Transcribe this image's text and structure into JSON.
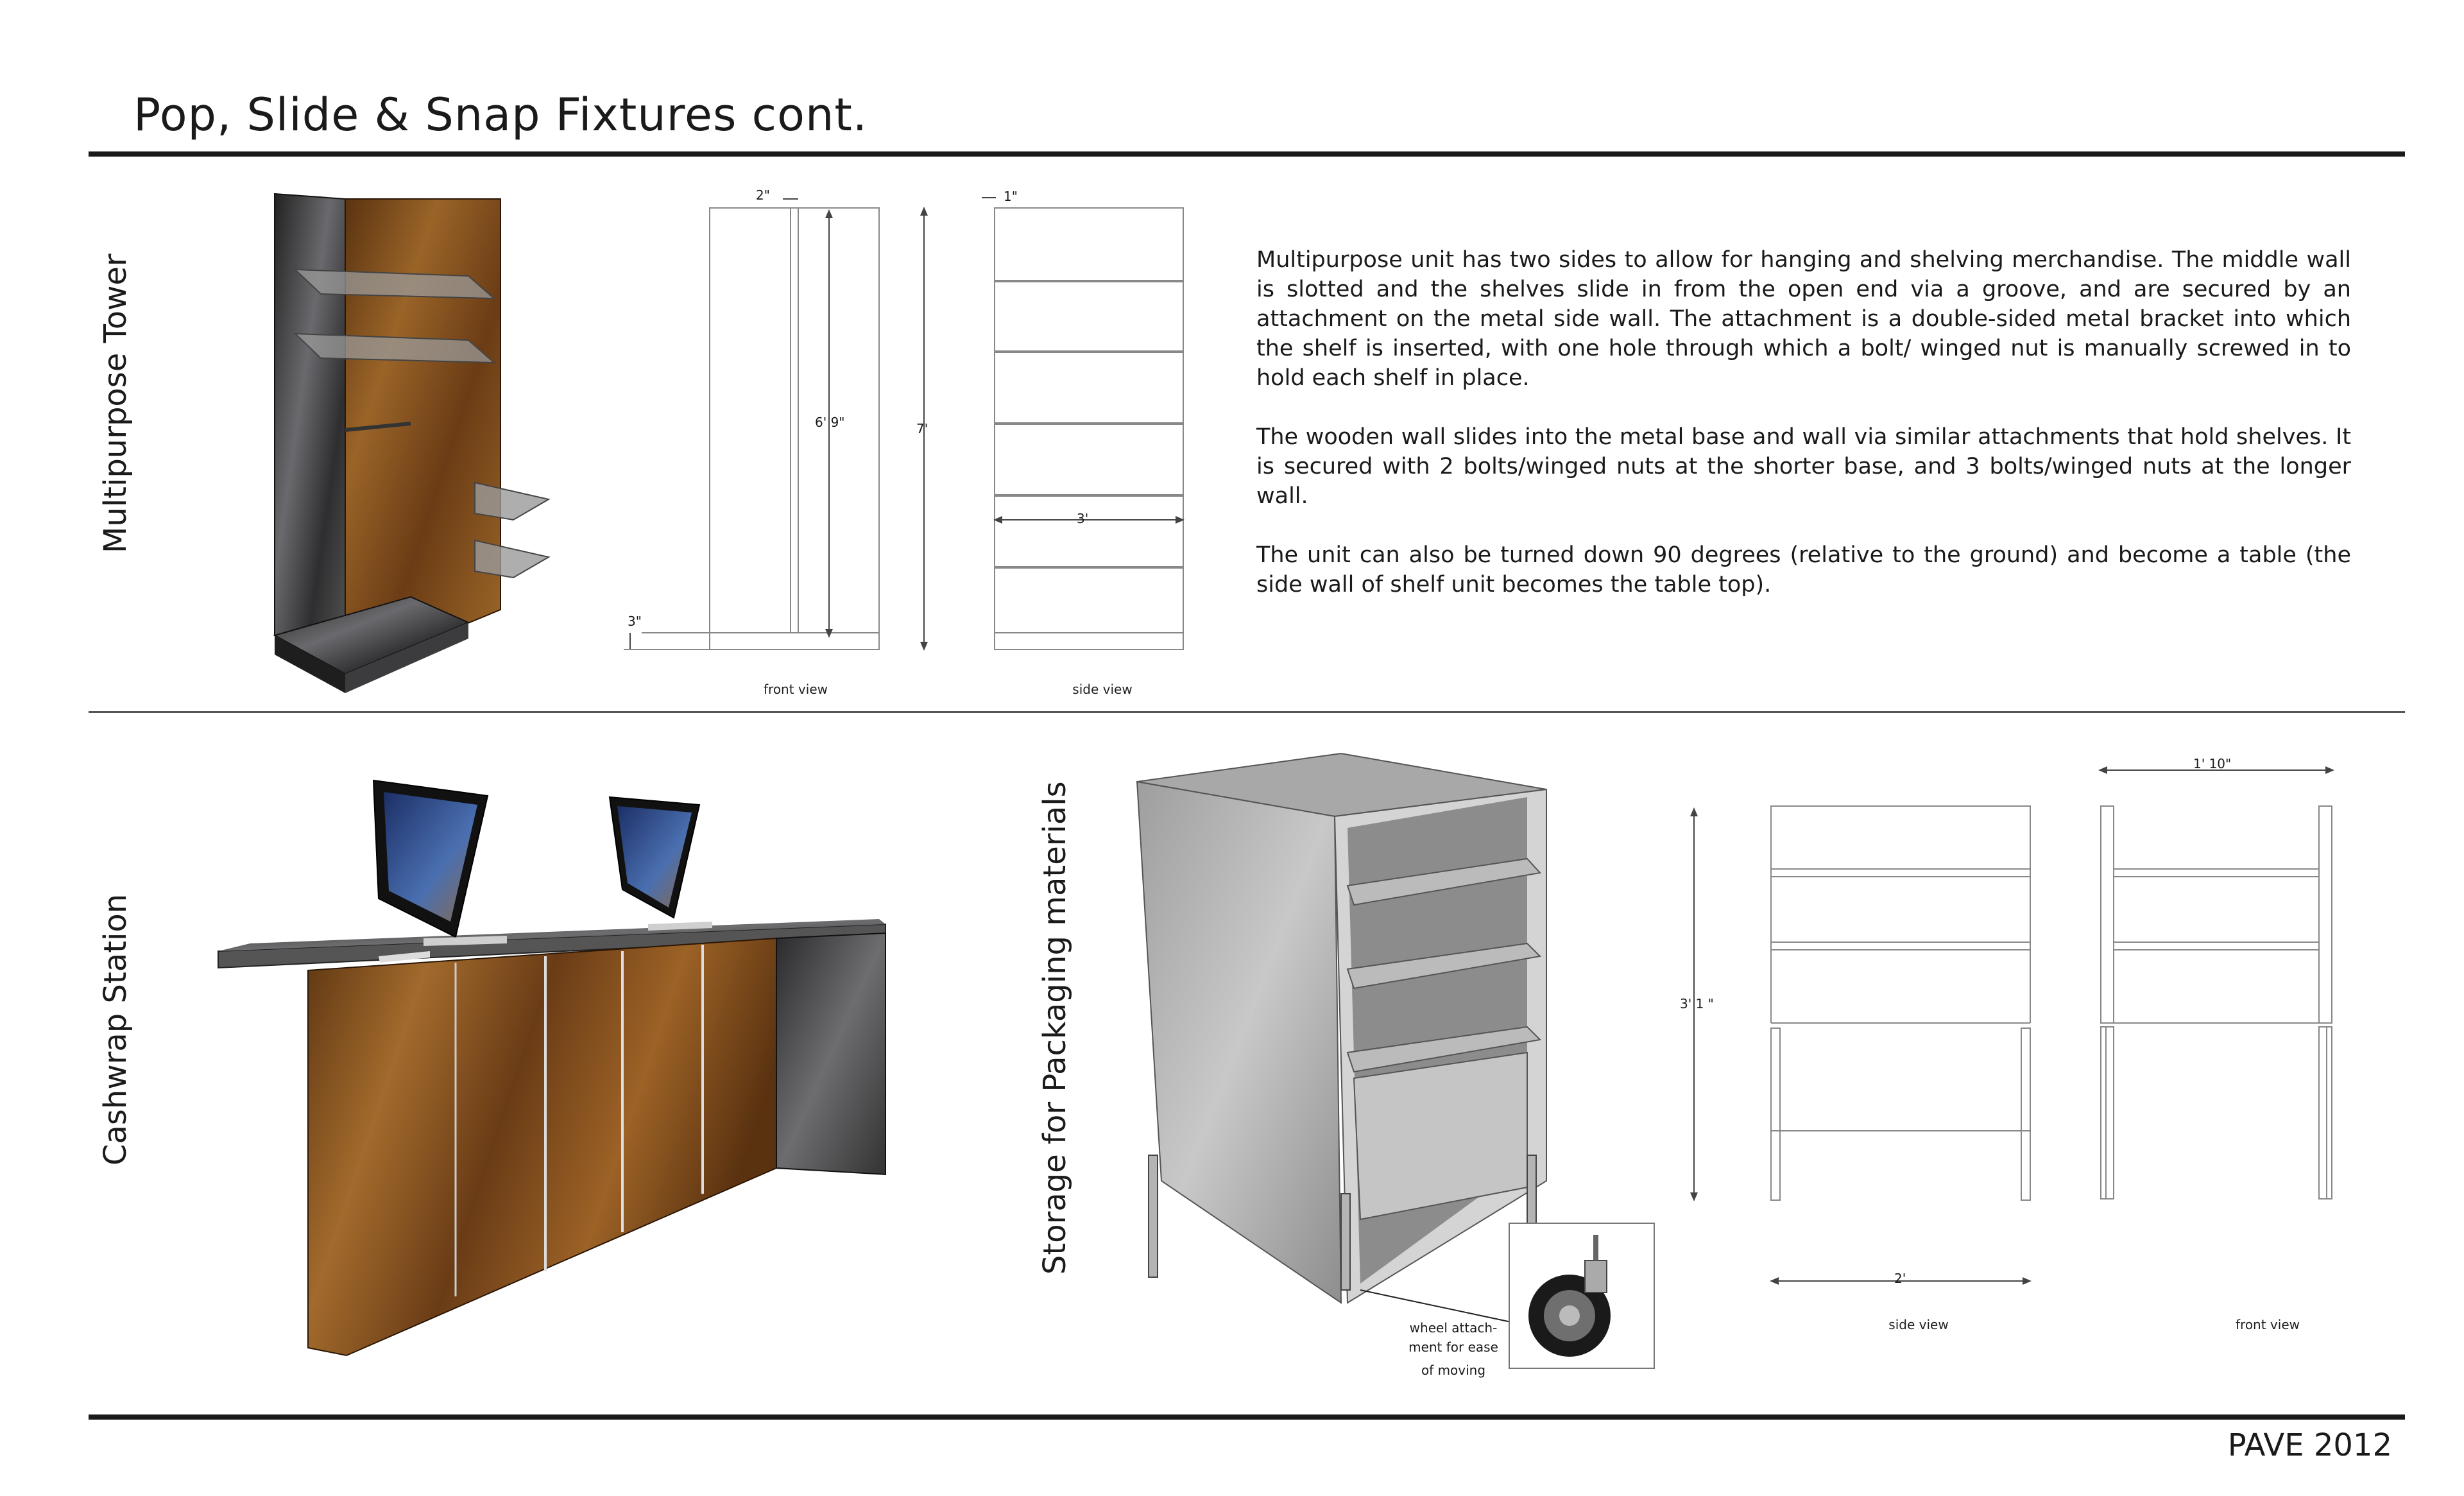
{
  "header": {
    "title": "Pop, Slide & Snap Fixtures cont."
  },
  "sections": {
    "tower": {
      "label": "Multipurpose Tower"
    },
    "cashwrap": {
      "label": "Cashwrap Station"
    },
    "storage": {
      "label": "Storage for Packaging materials"
    }
  },
  "description": {
    "paragraphs": [
      "Multipurpose unit has two sides to allow for hanging and shelving merchandise. The middle wall is slotted and the shelves slide in from the open end via a groove, and are secured by an attachment on the metal side wall.  The attachment is a double-sided metal bracket into which the shelf is inserted, with one hole through which a bolt/ winged nut is manually screwed in to hold each shelf in place.",
      "The wooden wall slides into the metal base and wall via similar attachments that hold shelves.  It is secured with 2 bolts/winged nuts at the shorter base, and 3 bolts/winged nuts at the longer wall.",
      "The unit can also be turned down 90 degrees (relative to the ground) and become a table (the side wall of shelf unit becomes the table top)."
    ]
  },
  "tower_drawings": {
    "front_view_label": "front view",
    "side_view_label": "side view",
    "dim_wall_thickness": "2\"",
    "dim_inner_height": "6' 9\"",
    "dim_total_height": "7'",
    "dim_base": "3\"",
    "dim_side_thickness": "1\"",
    "dim_side_width": "3'"
  },
  "storage_drawings": {
    "side_view_label": "side view",
    "front_view_label": "front view",
    "dim_height": "3' 1 \"",
    "dim_width": "2'",
    "dim_front_width": "1' 10\"",
    "wheel_caption_line1": "wheel attach-",
    "wheel_caption_line2": "ment for ease",
    "wheel_caption_line3": "of moving"
  },
  "footer": {
    "text": "PAVE 2012"
  },
  "colors": {
    "rule": "#1a1a1a",
    "wood": "#7a4a1c",
    "metal": "#3a3a3c",
    "panel": "#bdbdbd"
  }
}
